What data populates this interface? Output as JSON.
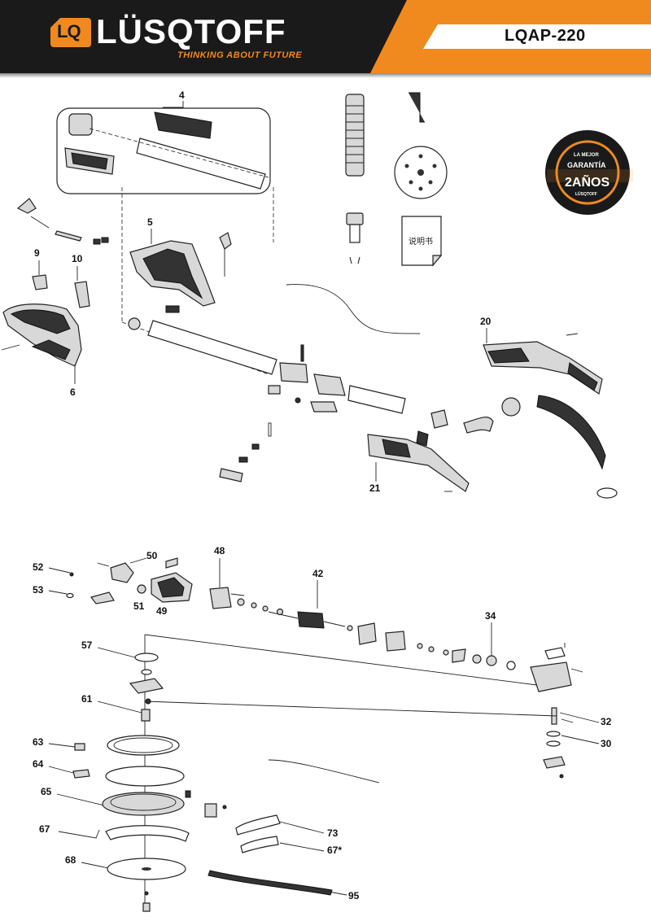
{
  "header": {
    "brand": "LÜSQTOFF",
    "logo_mark": "LQ",
    "tagline": "THINKING ABOUT FUTURE",
    "model": "LQAP-220",
    "colors": {
      "accent": "#f08a1e",
      "dark": "#1a1a1a"
    }
  },
  "badge": {
    "line1": "LA MEJOR",
    "line2": "GARANTÍA",
    "line3": "2AÑOS",
    "line4": "LÜSQTOFF"
  },
  "manual_label": "说明书",
  "callouts": {
    "c4": "4",
    "c5": "5",
    "c9": "9",
    "c10": "10",
    "c6": "6",
    "c20": "20",
    "c21": "21",
    "c52": "52",
    "c50": "50",
    "c48": "48",
    "c42": "42",
    "c53": "53",
    "c51": "51",
    "c49": "49",
    "c34": "34",
    "c57": "57",
    "c61": "61",
    "c32": "32",
    "c30": "30",
    "c63": "63",
    "c64": "64",
    "c65": "65",
    "c67": "67",
    "c73": "73",
    "c67b": "67*",
    "c68": "68",
    "c95": "95"
  }
}
